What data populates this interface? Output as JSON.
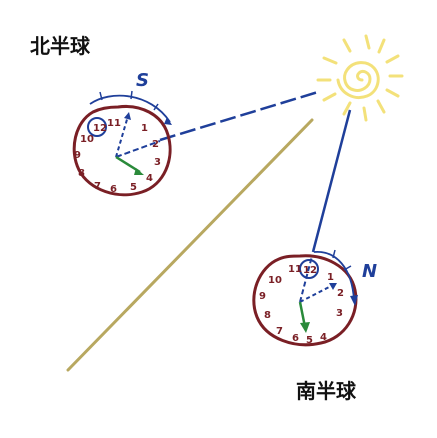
{
  "labels": {
    "north_hemisphere": "北半球",
    "south_hemisphere": "南半球",
    "north_direction_marker": "S",
    "south_direction_marker": "N"
  },
  "north_clock": {
    "numbers": [
      "12",
      "1",
      "2",
      "3",
      "4",
      "5",
      "6",
      "7",
      "8",
      "9",
      "10",
      "11"
    ]
  },
  "south_clock": {
    "numbers": [
      "12",
      "1",
      "2",
      "3",
      "4",
      "5",
      "6",
      "7",
      "8",
      "9",
      "10",
      "11"
    ]
  },
  "colors": {
    "clock_rim": "#7a1f25",
    "direction_blue": "#1f3f9a",
    "hour_hand_green": "#2a8a3a",
    "sun_yellow": "#f3e17a",
    "horizon_olive": "#b8a860",
    "ink": "#111111"
  }
}
